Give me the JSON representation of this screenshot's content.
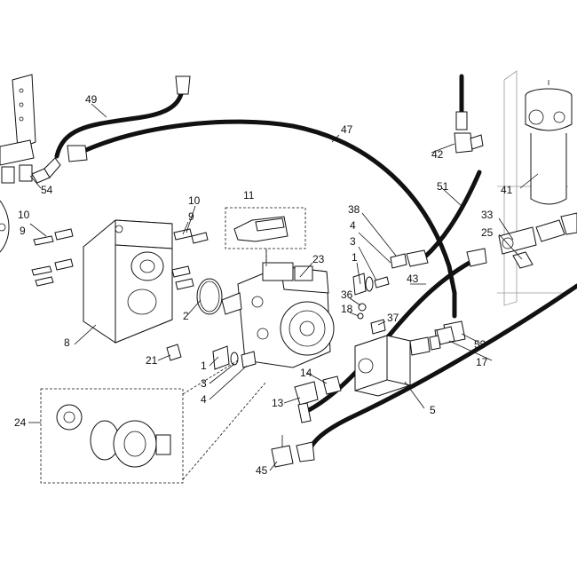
{
  "diagram": {
    "callouts": [
      {
        "id": "c49",
        "label": "49"
      },
      {
        "id": "c47",
        "label": "47"
      },
      {
        "id": "c42",
        "label": "42"
      },
      {
        "id": "c54",
        "label": "54"
      },
      {
        "id": "c51",
        "label": "51"
      },
      {
        "id": "c41",
        "label": "41"
      },
      {
        "id": "c10a",
        "label": "10"
      },
      {
        "id": "c9a",
        "label": "9"
      },
      {
        "id": "c10b",
        "label": "10"
      },
      {
        "id": "c9b",
        "label": "9"
      },
      {
        "id": "c11",
        "label": "11"
      },
      {
        "id": "c38",
        "label": "38"
      },
      {
        "id": "c4a",
        "label": "4"
      },
      {
        "id": "c3a",
        "label": "3"
      },
      {
        "id": "c33",
        "label": "33"
      },
      {
        "id": "c25",
        "label": "25"
      },
      {
        "id": "c23",
        "label": "23"
      },
      {
        "id": "c1a",
        "label": "1"
      },
      {
        "id": "c2",
        "label": "2"
      },
      {
        "id": "c43",
        "label": "43"
      },
      {
        "id": "c36",
        "label": "36"
      },
      {
        "id": "c18",
        "label": "18"
      },
      {
        "id": "c37",
        "label": "37"
      },
      {
        "id": "c8",
        "label": "8"
      },
      {
        "id": "c53",
        "label": "53"
      },
      {
        "id": "c21",
        "label": "21"
      },
      {
        "id": "c1b",
        "label": "1"
      },
      {
        "id": "c17",
        "label": "17"
      },
      {
        "id": "c3b",
        "label": "3"
      },
      {
        "id": "c14",
        "label": "14"
      },
      {
        "id": "c4b",
        "label": "4"
      },
      {
        "id": "c13",
        "label": "13"
      },
      {
        "id": "c5",
        "label": "5"
      },
      {
        "id": "c24",
        "label": "24"
      },
      {
        "id": "c45",
        "label": "45"
      }
    ]
  }
}
